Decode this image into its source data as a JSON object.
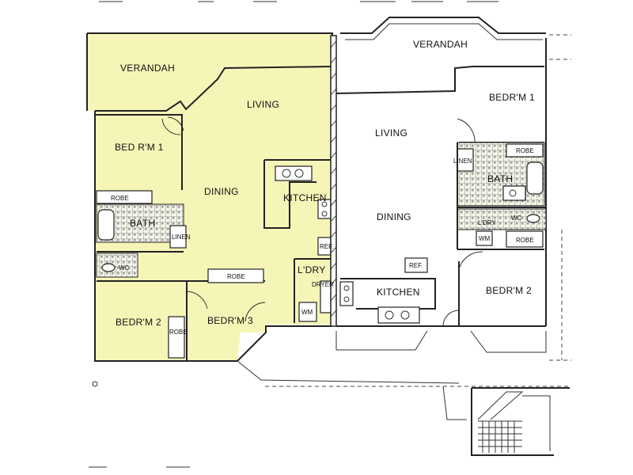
{
  "plan": {
    "highlight_color": "#f5f5b8",
    "left_unit": {
      "verandah": "VERANDAH",
      "living": "LIVING",
      "bedroom1": "BED R'M 1",
      "dining": "DINING",
      "kitchen": "KITCHEN",
      "robe1": "ROBE",
      "bath": "BATH",
      "linen": "LINEN",
      "wc": "WC",
      "ref": "REF.",
      "laundry": "L'DRY",
      "dryer": "DRYER",
      "wm": "WM",
      "robe2": "ROBE",
      "robe3": "ROBE",
      "bedroom2": "BEDR'M 2",
      "bedroom3": "BEDR'M 3"
    },
    "right_unit": {
      "verandah": "VERANDAH",
      "bedroom1": "BEDR'M 1",
      "living": "LIVING",
      "robe1": "ROBE",
      "linen": "LINEN",
      "bath": "BATH",
      "dining": "DINING",
      "ldry": "L'DRY",
      "wc": "WC",
      "wm": "WM",
      "robe2": "ROBE",
      "ref": "REF.",
      "kitchen": "KITCHEN",
      "bedroom2": "BEDR'M 2"
    }
  }
}
